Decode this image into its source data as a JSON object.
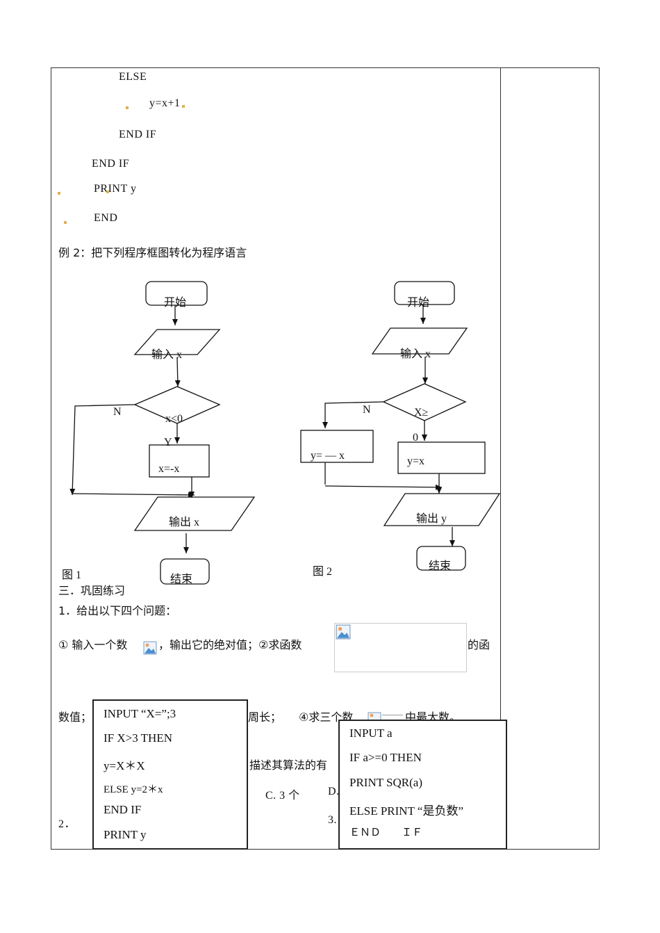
{
  "code_top": {
    "else": "ELSE",
    "y_assign": "y=x+1",
    "end_if_inner": "END IF",
    "end_if_outer": "END IF",
    "print": "PRINT y",
    "end": "END"
  },
  "example2": {
    "title": "例 2：把下列程序框图转化为程序语言"
  },
  "flowchart1": {
    "start": "开始",
    "input": "输入 x",
    "decision": "x<0",
    "no": "N",
    "yes": "Y",
    "process": "x=-x",
    "output": "输出 x",
    "end": "结束",
    "caption": "图 1"
  },
  "flowchart2": {
    "start": "开始",
    "input": "输入 x",
    "decision_line1": "X≥",
    "decision_line2": "0",
    "no": "N",
    "no_process": "y= — x",
    "yes_process": "y=x",
    "output": "输出 y",
    "end": "结束",
    "caption": "图 2"
  },
  "section3": {
    "heading": "三．巩固练习",
    "q1": "1．给出以下四个问题：",
    "q1_line1_a": "① 输入一个数",
    "q1_line1_b": "，输出它的绝对值；②求函数",
    "q1_line1_c": "的函",
    "q1_line2_a": "数值；",
    "q1_line2_b": "周长；",
    "q1_line2_c": "④求三个数",
    "q1_line2_d": "中最大数。",
    "q1_line3": "描述其算法的有",
    "option_c": "C. 3 个",
    "option_d": "D.",
    "q2": "2．",
    "q3": "3."
  },
  "program2": {
    "lines": [
      "INPUT “X=”;3",
      "IF   X>3   THEN",
      "y=X＊X",
      "ELSE   y=2＊x",
      "END  IF",
      "PRINT   y"
    ]
  },
  "program3": {
    "lines": [
      "INPUT       a",
      "IF  a>=0  THEN",
      "PRINT  SQR(a)",
      "ELSE  PRINT “是负数”",
      "ＥＮＤ　　ＩＦ"
    ]
  }
}
